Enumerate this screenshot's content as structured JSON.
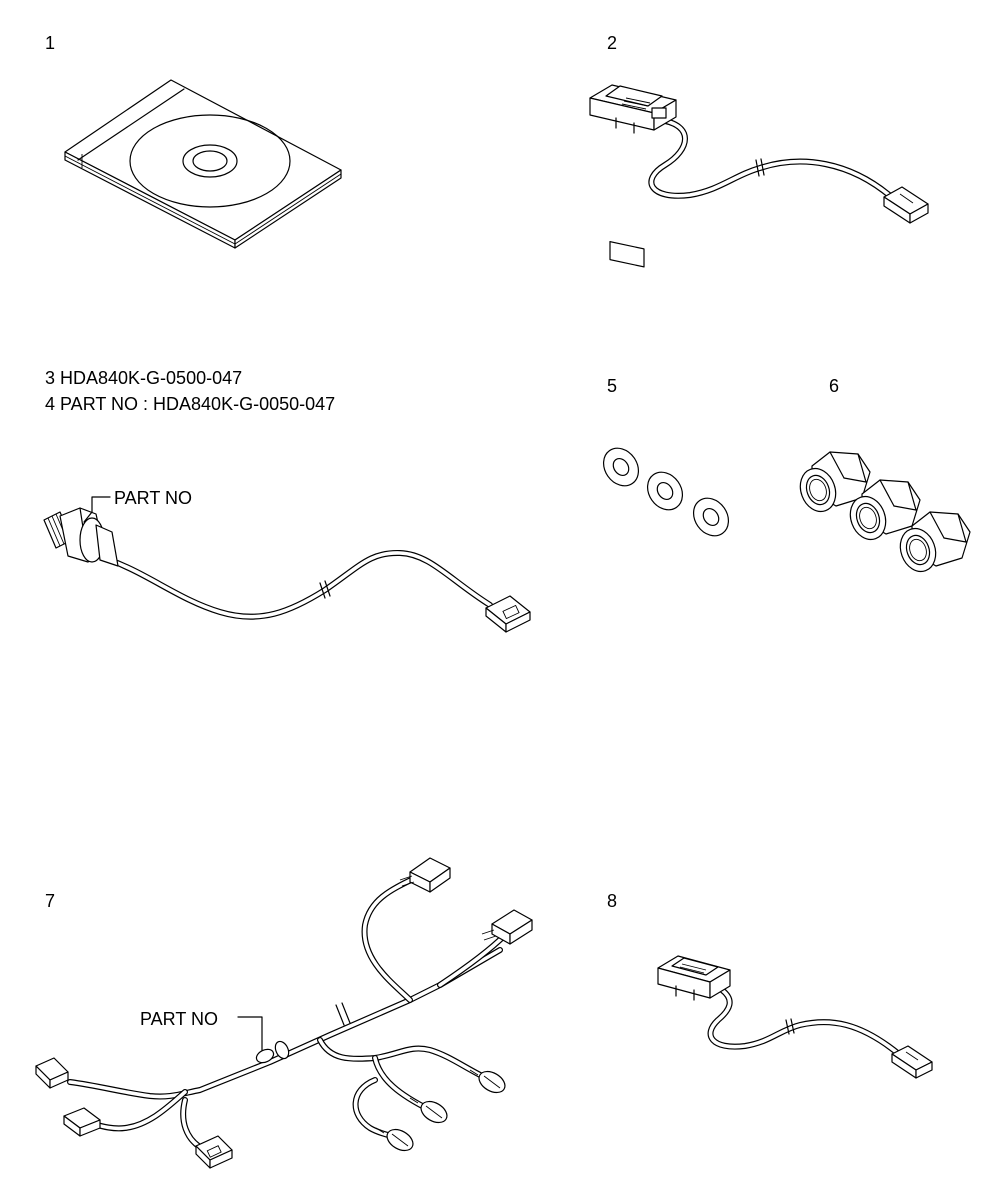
{
  "items": [
    {
      "number": "1"
    },
    {
      "number": "2"
    },
    {
      "number": "3 HDA840K-G-0500-047"
    },
    {
      "number": "4 PART NO : HDA840K-G-0050-047"
    },
    {
      "number": "5"
    },
    {
      "number": "6"
    },
    {
      "number": "7"
    },
    {
      "number": "8"
    }
  ],
  "callouts": {
    "sensor_part_no": "PART NO",
    "harness_part_no": "PART NO"
  }
}
